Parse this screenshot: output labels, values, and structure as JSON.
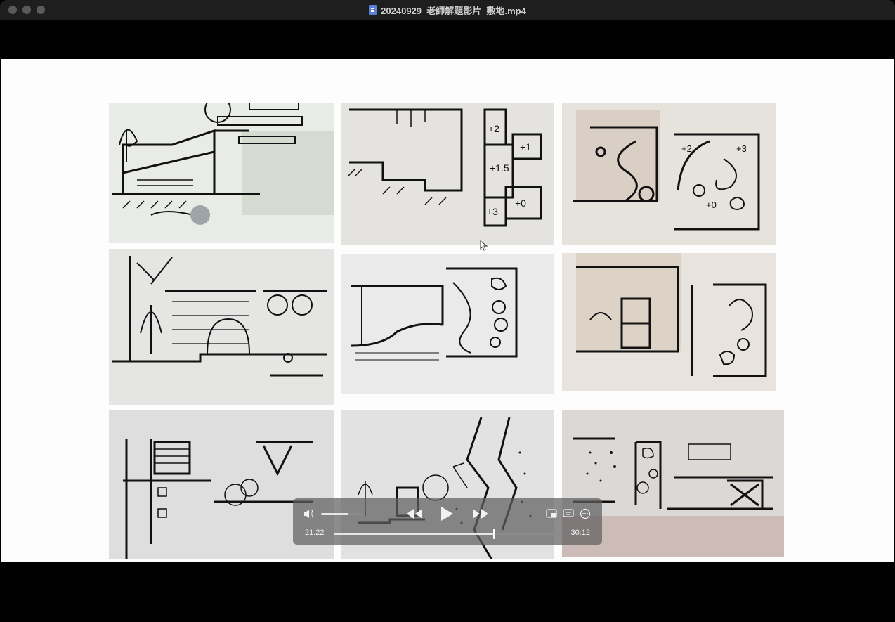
{
  "window": {
    "title": "20240929_老師解題影片_敷地.mp4",
    "traffic_lights": [
      "close",
      "minimize",
      "zoom"
    ]
  },
  "slide": {
    "panels": [
      {
        "name": "sketch-section-slope",
        "labels": []
      },
      {
        "name": "sketch-levels",
        "labels": [
          "+2",
          "+1",
          "+1.5",
          "+3",
          "+0"
        ]
      },
      {
        "name": "sketch-plan-ramp",
        "labels": [
          "+2",
          "+3",
          "+0"
        ]
      },
      {
        "name": "sketch-arch-tree",
        "labels": []
      },
      {
        "name": "sketch-water-section",
        "labels": []
      },
      {
        "name": "sketch-stairs-plan",
        "labels": []
      },
      {
        "name": "sketch-truss-section",
        "labels": []
      },
      {
        "name": "sketch-path-plan",
        "labels": []
      },
      {
        "name": "sketch-mall-section",
        "labels": []
      }
    ]
  },
  "player": {
    "current_time": "21:22",
    "duration": "30:12",
    "progress": 0.707,
    "volume": 0.65,
    "icons": {
      "volume": "speaker-icon",
      "rewind": "rewind-icon",
      "play": "play-icon",
      "forward": "fast-forward-icon",
      "pip": "picture-in-picture-icon",
      "subtitles": "subtitles-icon",
      "more": "more-icon"
    }
  }
}
